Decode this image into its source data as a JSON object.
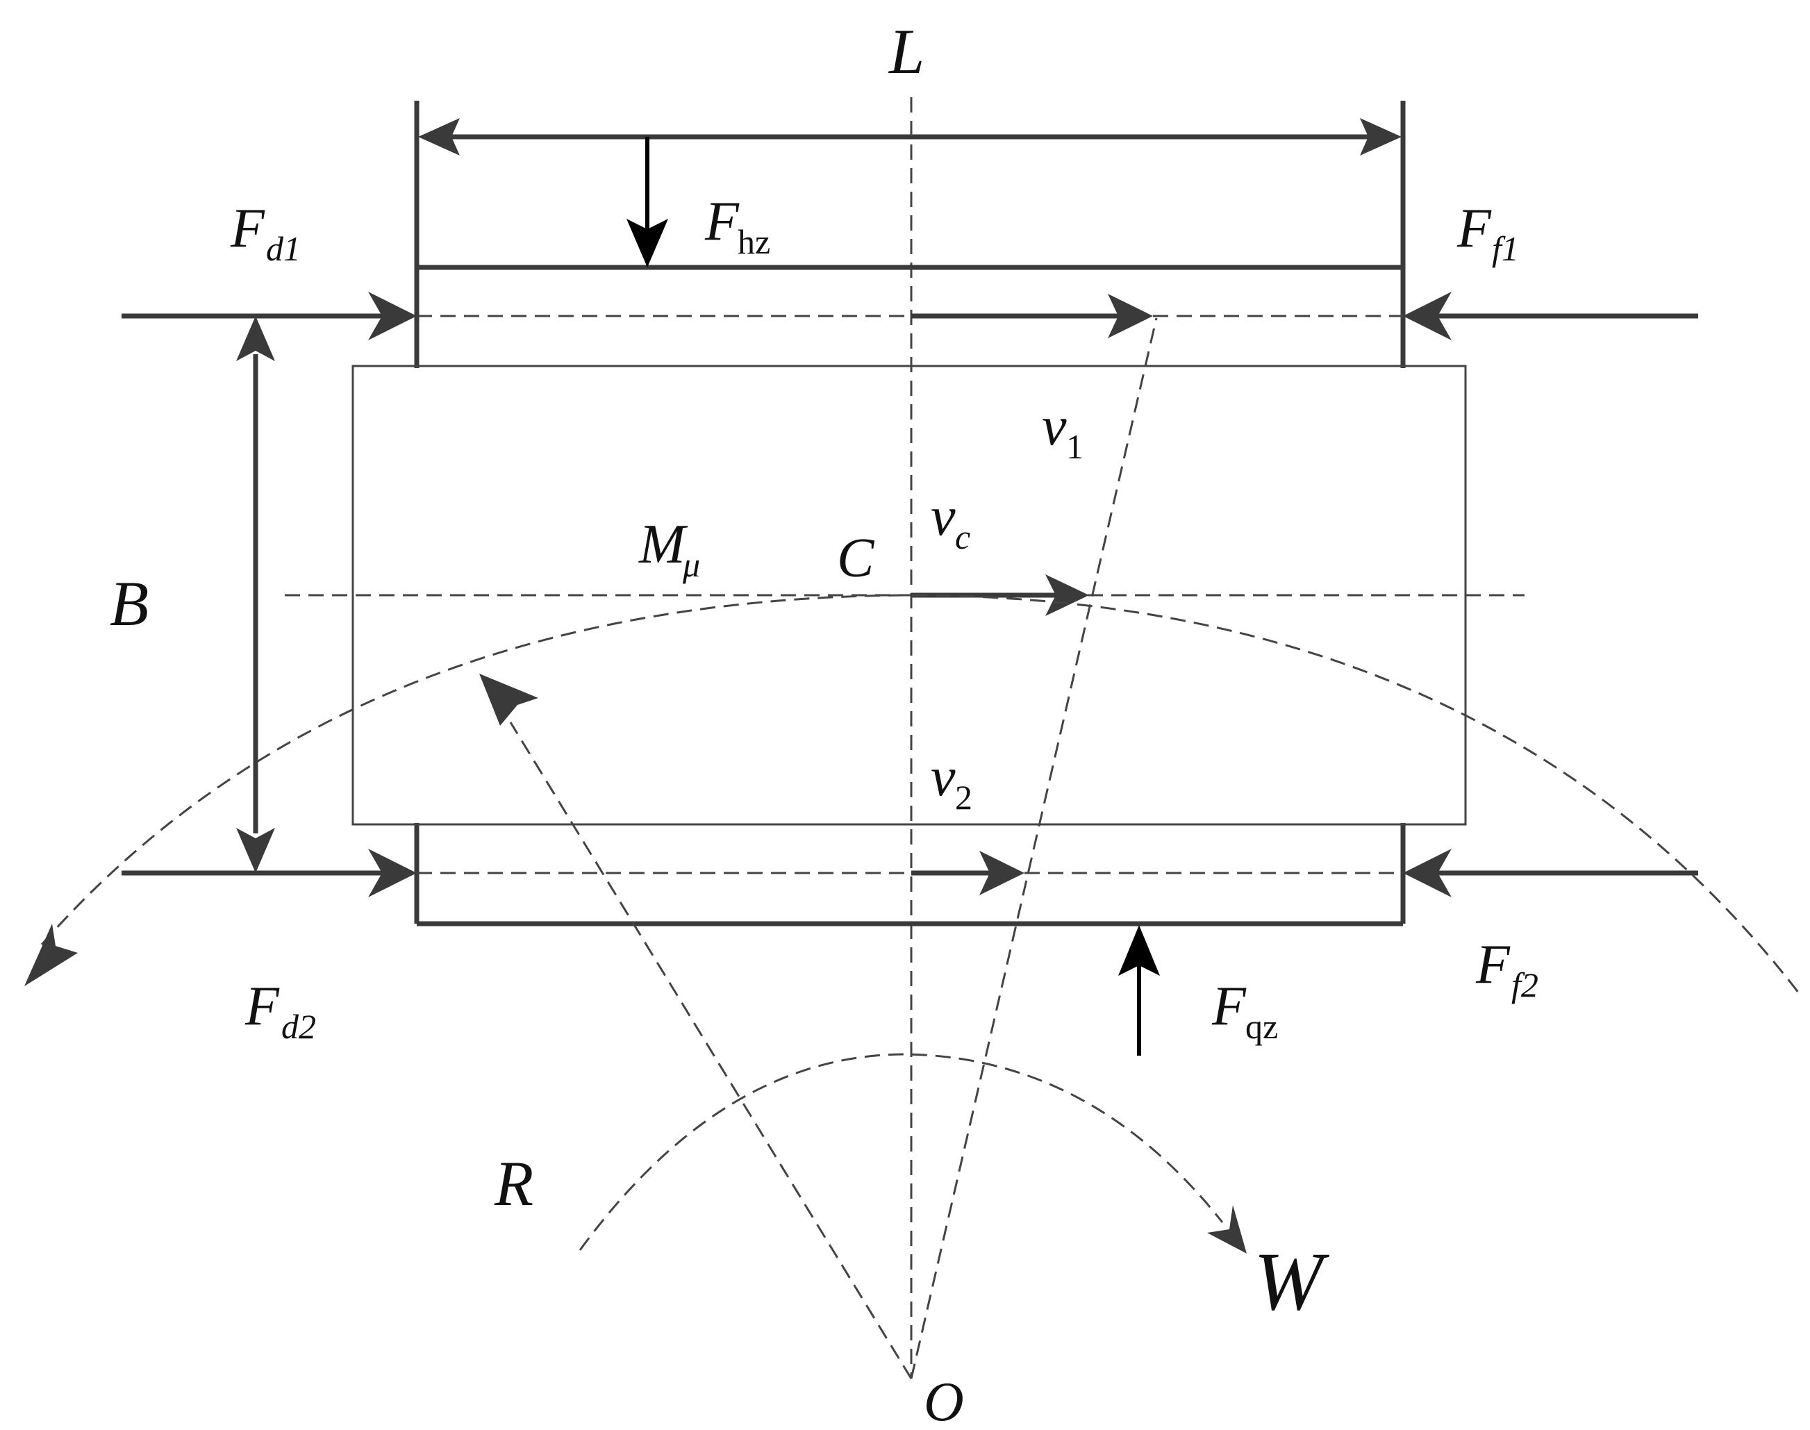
{
  "labels": {
    "L": "L",
    "B": "B",
    "C": "C",
    "R": "R",
    "W": "W",
    "O": "O",
    "Fd1_main": "F",
    "Fd1_sub": "d1",
    "Fd2_main": "F",
    "Fd2_sub": "d2",
    "Ff1_main": "F",
    "Ff1_sub": "f1",
    "Ff2_main": "F",
    "Ff2_sub": "f2",
    "Fhz_main": "F",
    "Fhz_sub": "hz",
    "Fqz_main": "F",
    "Fqz_sub": "qz",
    "v1_main": "v",
    "v1_sub": "1",
    "v2_main": "v",
    "v2_sub": "2",
    "vc_main": "v",
    "vc_sub": "c",
    "Mmu_main": "M",
    "Mmu_sub": "μ"
  }
}
